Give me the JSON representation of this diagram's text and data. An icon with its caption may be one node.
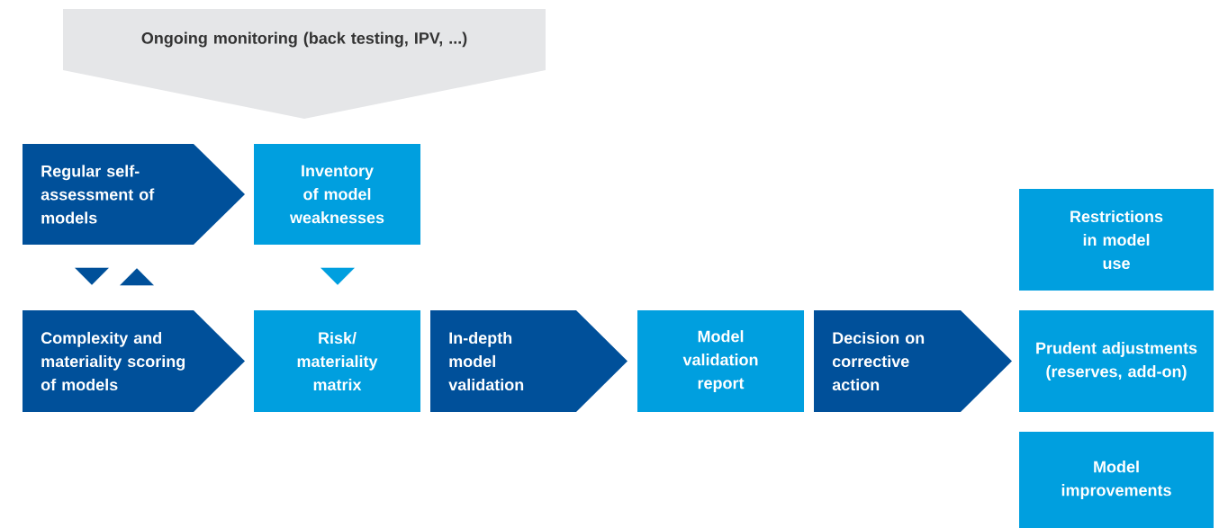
{
  "diagram": {
    "nodes": [
      {
        "text": [
          "Ongoing monitoring (back testing, IPV, ...)"
        ]
      },
      {
        "text": [
          "Regular self-assessment of models"
        ]
      },
      {
        "text": [
          "Inventory of model weaknesses"
        ]
      },
      {
        "text": [
          "Complexity and materiality scoring of models"
        ]
      },
      {
        "text": [
          "Risk/ materiality matrix"
        ]
      },
      {
        "text": [
          "In-depth model validation"
        ]
      },
      {
        "text": [
          "Model validation report"
        ]
      },
      {
        "text": [
          "Decision on corrective action"
        ]
      },
      {
        "text": [
          "Restrictions in model use"
        ]
      },
      {
        "text": [
          "Prudent adjustments (reserves, add-on)"
        ]
      },
      {
        "text": [
          "Model improvements"
        ]
      }
    ],
    "edges": [
      {
        "from": 1,
        "to": 3,
        "arrow": "to"
      },
      {
        "from": 3,
        "to": 1,
        "arrow": "to"
      },
      {
        "from": 2,
        "to": 4,
        "arrow": "to",
        "color": "#009fdf"
      }
    ]
  }
}
